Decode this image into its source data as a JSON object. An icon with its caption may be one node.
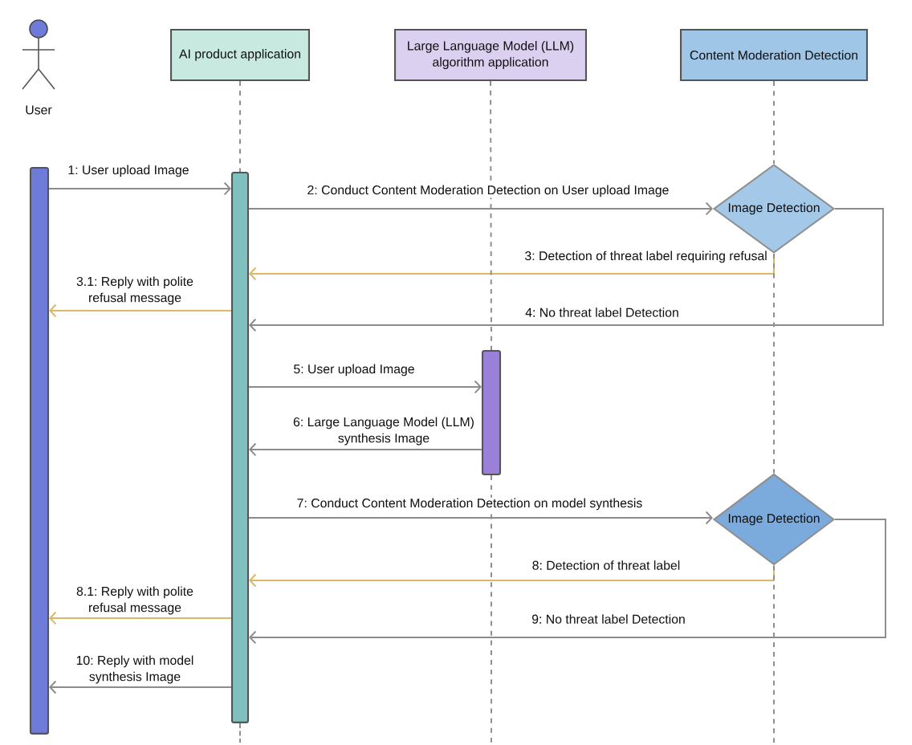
{
  "diagram": {
    "nodes": [
      {
        "text": [
          "User"
        ]
      },
      {
        "text": [
          "AI product application"
        ]
      },
      {
        "text": [
          "Large Language Model (LLM) algorithm application"
        ]
      },
      {
        "text": [
          "Content Moderation Detection"
        ]
      },
      {
        "text": [],
        "shape": "bar"
      },
      {
        "text": [],
        "shape": "bar"
      },
      {
        "text": [],
        "shape": "bar"
      },
      {
        "text": [
          "Image Detection"
        ]
      },
      {
        "text": [
          "Image Detection"
        ]
      }
    ],
    "edges": [
      {
        "from": 4,
        "to": 5,
        "arrow": "to",
        "label": "1: User upload Image"
      },
      {
        "from": 5,
        "to": 7,
        "arrow": "to",
        "label": "2: Conduct Content Moderation Detection on User upload Image"
      },
      {
        "from": 7,
        "to": 5,
        "arrow": "to",
        "label": "3: Detection of threat label requiring refusal",
        "color": "#d9b866"
      },
      {
        "from": 5,
        "to": 4,
        "arrow": "to",
        "label": "3.1: Reply with polite refusal message",
        "color": "#d9b866"
      },
      {
        "from": 7,
        "to": 5,
        "arrow": "to",
        "label": "4: No threat label Detection"
      },
      {
        "from": 5,
        "to": 6,
        "arrow": "to",
        "label": "5: User upload Image"
      },
      {
        "from": 6,
        "to": 5,
        "arrow": "to",
        "label": "6: Large Language Model (LLM) synthesis Image"
      },
      {
        "from": 5,
        "to": 8,
        "arrow": "to",
        "label": "7: Conduct Content Moderation Detection on model synthesis"
      },
      {
        "from": 8,
        "to": 5,
        "arrow": "to",
        "label": "8: Detection of threat label",
        "color": "#d9b866"
      },
      {
        "from": 5,
        "to": 4,
        "arrow": "to",
        "label": "8.1: Reply with polite refusal message",
        "color": "#d9b866"
      },
      {
        "from": 8,
        "to": 5,
        "arrow": "to",
        "label": "9: No threat label Detection"
      },
      {
        "from": 5,
        "to": 4,
        "arrow": "to",
        "label": "10: Reply with model synthesis Image"
      },
      {
        "from": 1,
        "to": 5,
        "arrow": "none",
        "style": "dashed"
      },
      {
        "from": 5,
        "to": null,
        "arrow": "none",
        "style": "dashed"
      },
      {
        "from": 2,
        "to": 6,
        "arrow": "none",
        "style": "dashed"
      },
      {
        "from": 6,
        "to": null,
        "arrow": "none",
        "style": "dashed"
      },
      {
        "from": 3,
        "to": 7,
        "arrow": "none",
        "style": "dashed"
      },
      {
        "from": 7,
        "to": 8,
        "arrow": "none",
        "style": "dashed"
      },
      {
        "from": 8,
        "to": null,
        "arrow": "none",
        "style": "dashed"
      }
    ]
  }
}
